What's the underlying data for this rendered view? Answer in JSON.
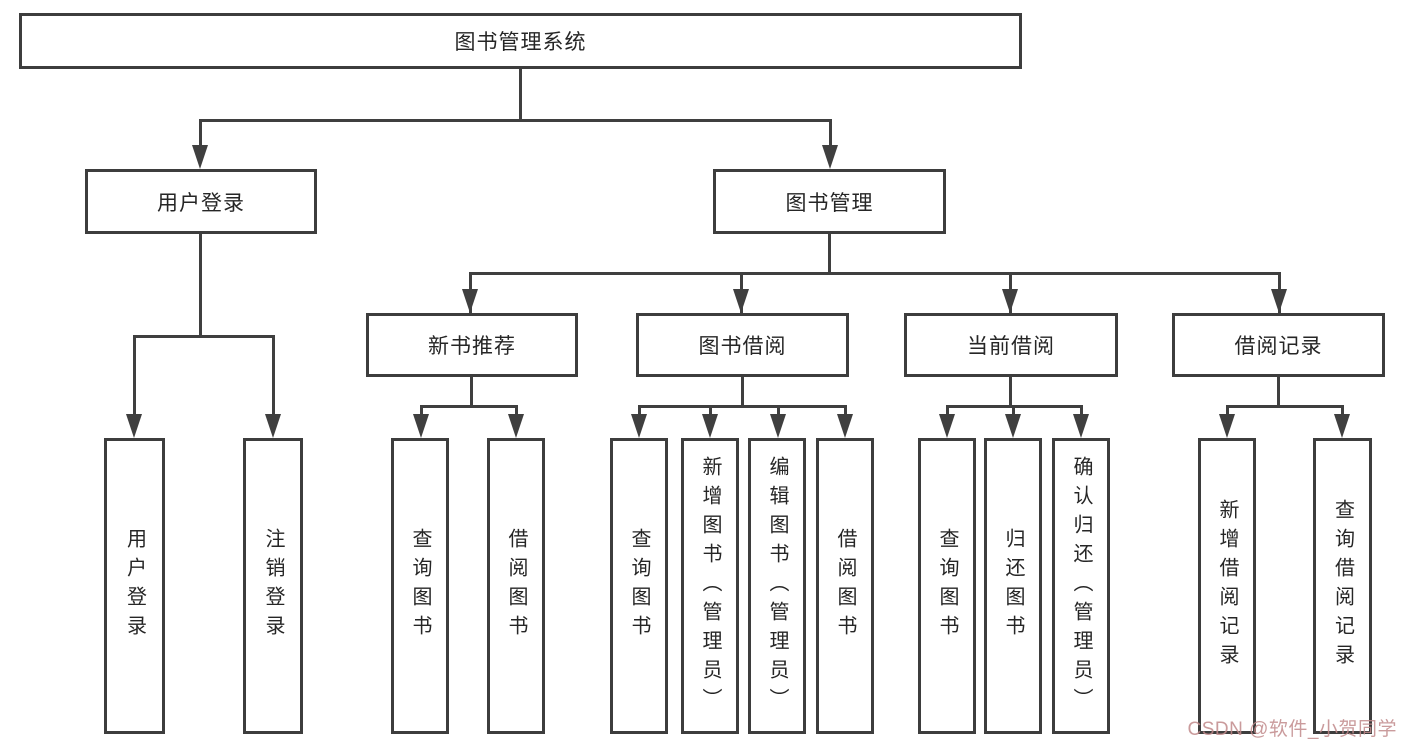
{
  "diagram": {
    "root": {
      "label": "图书管理系统"
    },
    "branches": [
      {
        "label": "用户登录",
        "children": [
          {
            "label": "用户登录"
          },
          {
            "label": "注销登录"
          }
        ]
      },
      {
        "label": "图书管理",
        "children": [
          {
            "label": "新书推荐",
            "children": [
              {
                "label": "查询图书"
              },
              {
                "label": "借阅图书"
              }
            ]
          },
          {
            "label": "图书借阅",
            "children": [
              {
                "label": "查询图书"
              },
              {
                "label": "新增图书（管理员）"
              },
              {
                "label": "编辑图书（管理员）"
              },
              {
                "label": "借阅图书"
              }
            ]
          },
          {
            "label": "当前借阅",
            "children": [
              {
                "label": "查询图书"
              },
              {
                "label": "归还图书"
              },
              {
                "label": "确认归还（管理员）"
              }
            ]
          },
          {
            "label": "借阅记录",
            "children": [
              {
                "label": "新增借阅记录"
              },
              {
                "label": "查询借阅记录"
              }
            ]
          }
        ]
      }
    ],
    "watermark": "CSDN @软件_小贺同学",
    "colors": {
      "line": "#3f3f3f",
      "border": "#3d3d3d",
      "text": "#262626",
      "background": "#ffffff",
      "watermark": "#c18a8b"
    }
  }
}
